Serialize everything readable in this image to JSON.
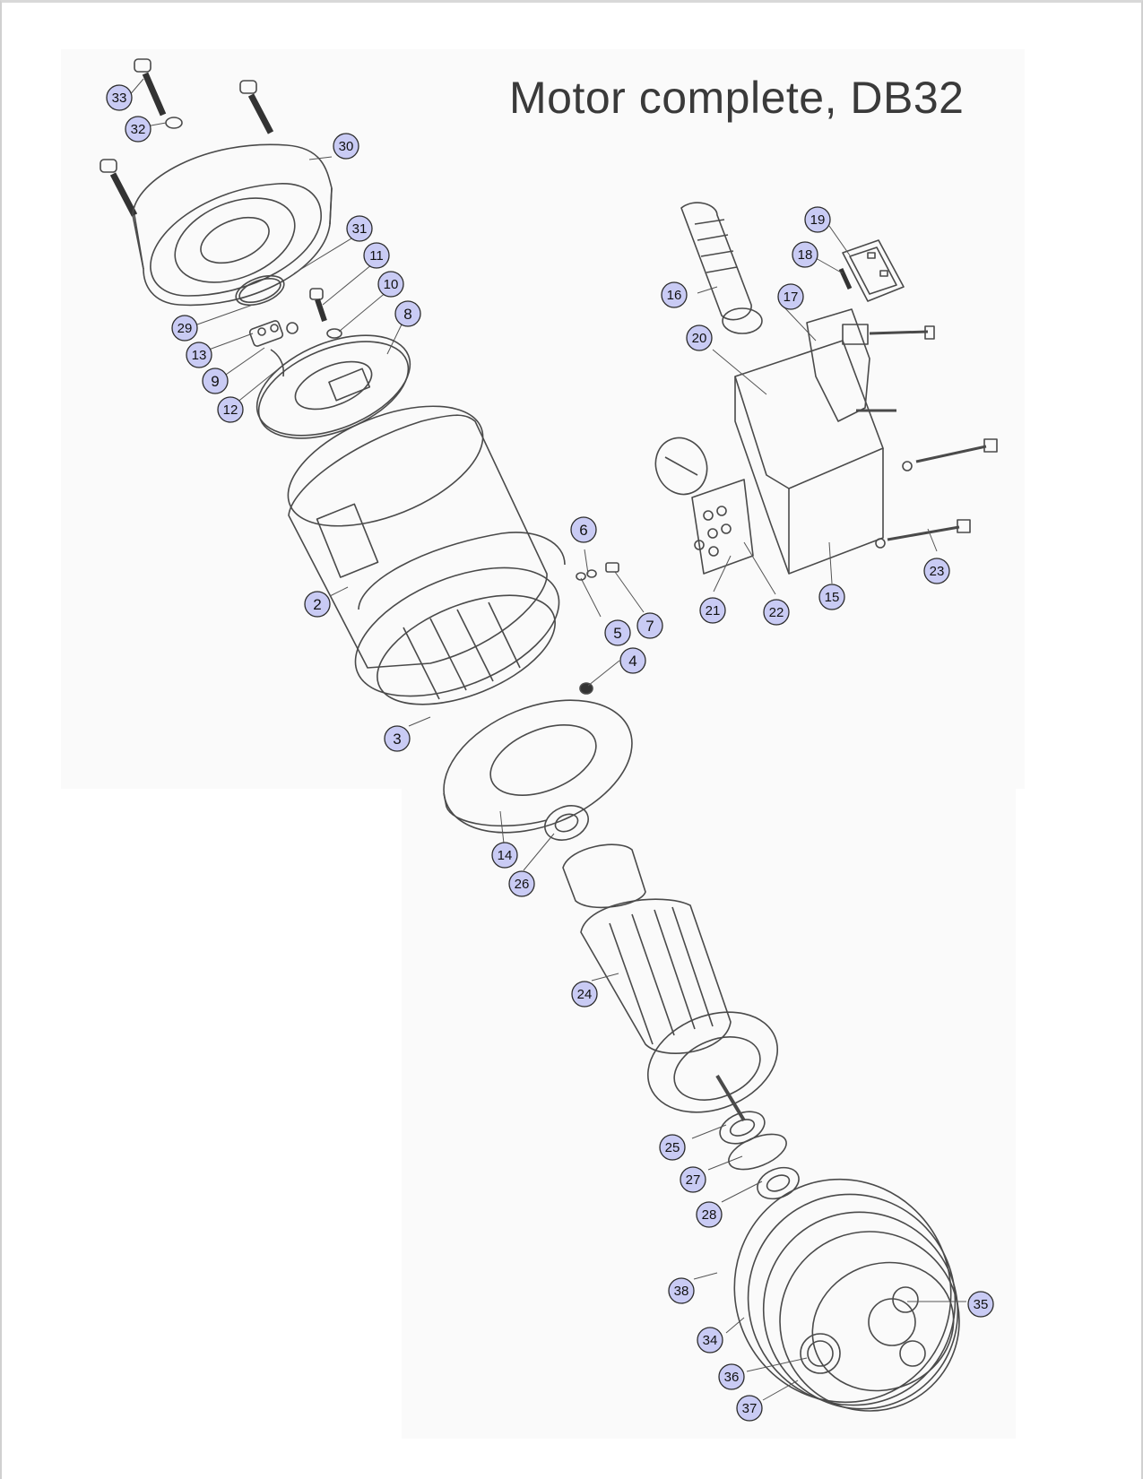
{
  "title": "Motor complete, DB32",
  "colors": {
    "callout_fill": "#c9cbf4",
    "callout_stroke": "#2b2b2b",
    "line": "#555555",
    "background_panel": "#fafafa"
  },
  "callouts": [
    "2",
    "3",
    "4",
    "5",
    "6",
    "7",
    "8",
    "9",
    "10",
    "11",
    "12",
    "13",
    "14",
    "15",
    "16",
    "17",
    "18",
    "19",
    "20",
    "21",
    "22",
    "23",
    "24",
    "25",
    "26",
    "27",
    "28",
    "29",
    "30",
    "31",
    "32",
    "33",
    "34",
    "35",
    "36",
    "37",
    "38"
  ]
}
